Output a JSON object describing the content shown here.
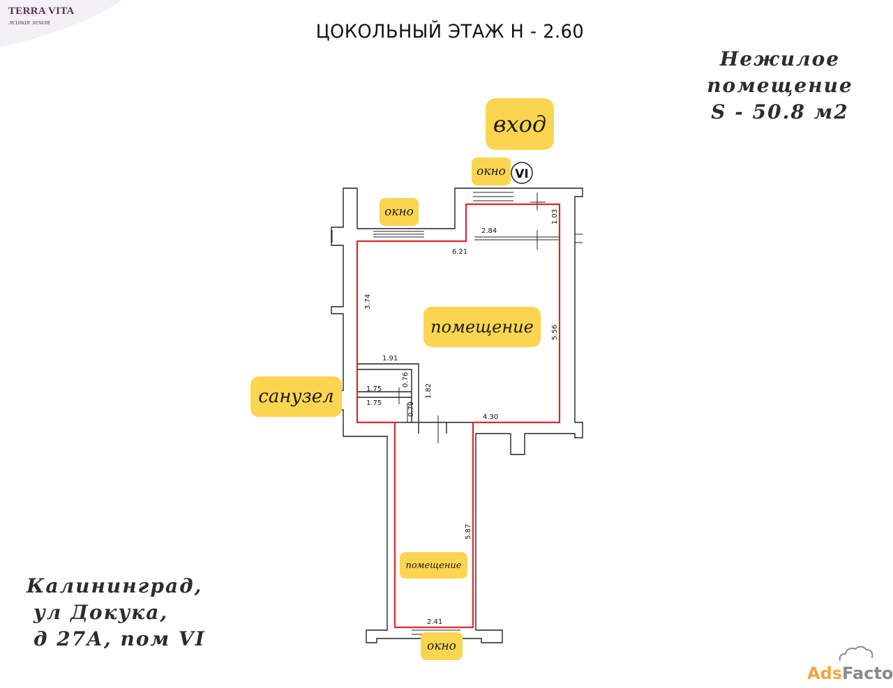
{
  "brand": {
    "name": "TERRA VITA",
    "tagline": "живая земля"
  },
  "title": "ЦОКОЛЬНЫЙ ЭТАЖ Н - 2.60",
  "info": {
    "line1": "Нежилое",
    "line2": "помещение",
    "line3": "S - 50.8 м2"
  },
  "address": {
    "line1": "Калининград,",
    "line2": "ул Докука,",
    "line3": "д 27А, пом VI"
  },
  "labels": {
    "entrance": "вход",
    "window_top": "окно",
    "room_number": "VI",
    "window_left": "окно",
    "room_main": "помещение",
    "bathroom": "санузел",
    "room_corridor": "помещение",
    "window_bottom": "окно"
  },
  "dimensions": {
    "d284": "2.84",
    "d103": "1.03",
    "d621": "6.21",
    "d374": "3.74",
    "d556": "5.56",
    "d191": "1.91",
    "d175a": "1.75",
    "d076": "0.76",
    "d182": "1.82",
    "d175b": "1.75",
    "d079": "0.79",
    "d430": "4.30",
    "d587": "5.87",
    "d241": "2.41"
  },
  "watermark": {
    "part1": "Ads",
    "part2": "Factory"
  },
  "colors": {
    "highlight": "#fbd54f",
    "outline": "#e0262a",
    "wall": "#222222",
    "text": "#2c2c2c"
  }
}
